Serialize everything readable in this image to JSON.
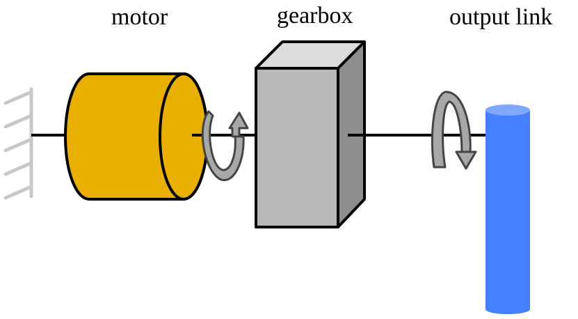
{
  "labels": {
    "motor": "motor",
    "gearbox": "gearbox",
    "output_link": "output link"
  },
  "colors": {
    "motor_body": "#E8AE00",
    "gearbox_front": "#B8B8B8",
    "gearbox_top": "#DCDCDC",
    "gearbox_side": "#8E8E8E",
    "rotation_arrow": "#A8A8A8",
    "output_link": "#4480FF",
    "output_link_top": "#80A8FF",
    "ground": "#C8C8C8",
    "shaft": "#000000"
  },
  "icons": {
    "ground": "ground-hatch-icon",
    "rotation_motor": "rotation-arrow-up-icon",
    "rotation_output": "rotation-arrow-down-icon"
  }
}
